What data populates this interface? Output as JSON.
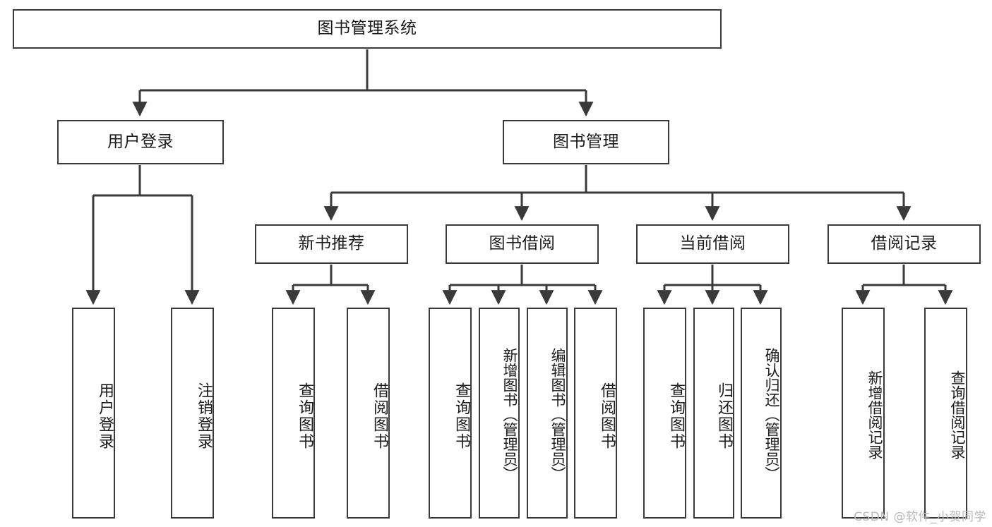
{
  "diagram": {
    "title": "图书管理系统",
    "type": "tree-hierarchy-diagram",
    "colors": {
      "stroke": "#3a3a3a",
      "fill": "#ffffff",
      "text": "#1b1b1b",
      "watermark": "#b9b9b9"
    },
    "levels": {
      "root": {
        "label": "图书管理系统"
      },
      "level2": [
        {
          "id": "user-login",
          "label": "用户登录"
        },
        {
          "id": "book-management",
          "label": "图书管理"
        }
      ],
      "level3": [
        {
          "id": "new-book-recommend",
          "label": "新书推荐"
        },
        {
          "id": "book-borrow",
          "label": "图书借阅"
        },
        {
          "id": "current-borrow",
          "label": "当前借阅"
        },
        {
          "id": "borrow-record",
          "label": "借阅记录"
        }
      ],
      "leaves": {
        "user-login": [
          {
            "id": "leaf-user-login",
            "label": "用户登录"
          },
          {
            "id": "leaf-logout-login",
            "label": "注销登录"
          }
        ],
        "new-book-recommend": [
          {
            "id": "leaf-query-book-1",
            "label": "查询图书"
          },
          {
            "id": "leaf-borrow-book-1",
            "label": "借阅图书"
          }
        ],
        "book-borrow": [
          {
            "id": "leaf-query-book-2",
            "label": "查询图书"
          },
          {
            "id": "leaf-add-book-admin",
            "label": "新增图书（管理员）"
          },
          {
            "id": "leaf-edit-book-admin",
            "label": "编辑图书（管理员）"
          },
          {
            "id": "leaf-borrow-book-2",
            "label": "借阅图书"
          }
        ],
        "current-borrow": [
          {
            "id": "leaf-query-book-3",
            "label": "查询图书"
          },
          {
            "id": "leaf-return-book",
            "label": "归还图书"
          },
          {
            "id": "leaf-confirm-return-admin",
            "label": "确认归还（管理员）"
          }
        ],
        "borrow-record": [
          {
            "id": "leaf-add-borrow-record",
            "label": "新增借阅记录"
          },
          {
            "id": "leaf-query-borrow-record",
            "label": "查询借阅记录"
          }
        ]
      }
    },
    "watermark": "CSDN @软件_小贺同学"
  }
}
